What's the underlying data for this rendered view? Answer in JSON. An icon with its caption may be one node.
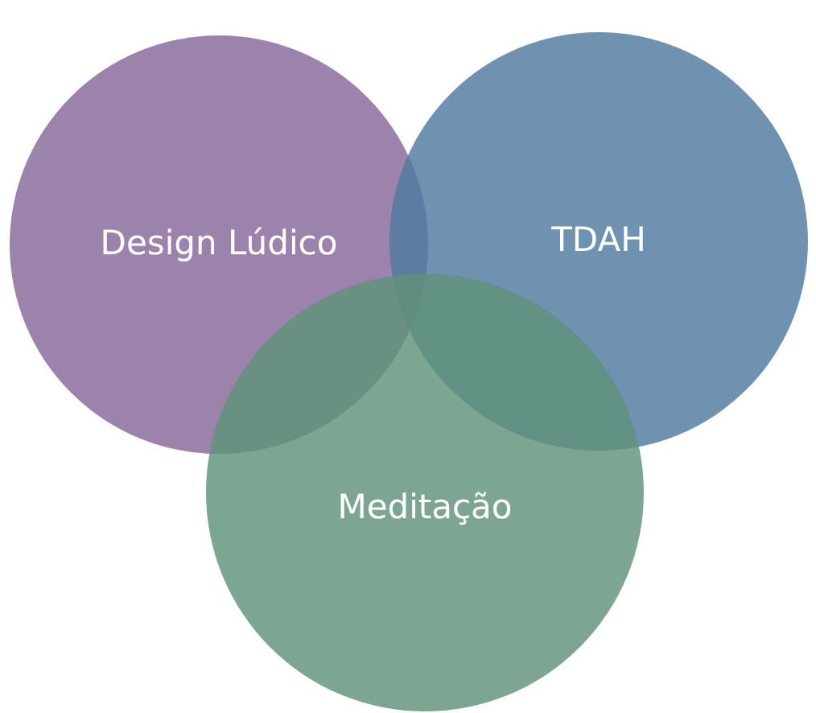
{
  "diagram": {
    "nodes": [
      {
        "text": [
          "Design Lúdico"
        ]
      },
      {
        "text": [
          "TDAH"
        ]
      },
      {
        "text": [
          "Meditação"
        ]
      }
    ]
  }
}
